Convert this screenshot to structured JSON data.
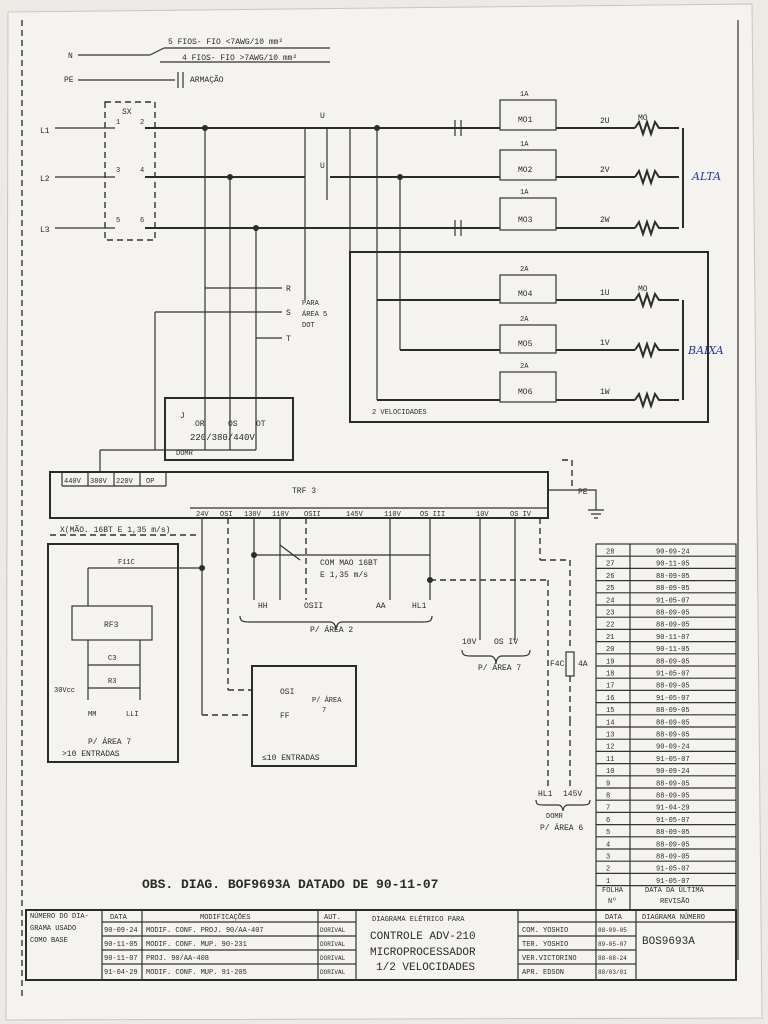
{
  "header": {
    "line1": "5 FIOS- FIO <7AWG/10 mm²",
    "line2": "4 FIOS- FIO >7AWG/10 mm²",
    "n_label": "N",
    "pe_label": "PE",
    "armacao": "ARMAÇÃO"
  },
  "mains": {
    "phases": [
      "L1",
      "L2",
      "L3"
    ],
    "breaker": "SX",
    "breaker_terms": [
      "1",
      "2",
      "3",
      "4",
      "5",
      "6"
    ]
  },
  "contactors_high": {
    "main": "U",
    "aux": [
      "1A",
      "1A",
      "1A"
    ],
    "units": [
      "MO1",
      "MO2",
      "MO3"
    ],
    "terms": [
      "2U",
      "2V",
      "2W"
    ],
    "motor": "MO",
    "speed_note": "ALTA"
  },
  "contactors_low": {
    "aux": [
      "2A",
      "2A",
      "2A"
    ],
    "units": [
      "MO4",
      "MO5",
      "MO6"
    ],
    "terms": [
      "1U",
      "1V",
      "1W"
    ],
    "motor": "MO",
    "speed_note": "BAIXA",
    "box_label": "2 VELOCIDADES"
  },
  "area5": {
    "terms": [
      "R",
      "S",
      "T"
    ],
    "label": [
      "PARA",
      "ÁREA 5",
      "DOT"
    ]
  },
  "jumper_box": {
    "j": "J",
    "terms": [
      "OR",
      "OS",
      "OT"
    ],
    "voltages": "220/380/440V",
    "tag": "DOMR"
  },
  "transformer": {
    "name": "TRF 3",
    "primary": [
      "440V",
      "380V",
      "220V",
      "OP"
    ],
    "secondary": [
      "24V",
      "OSI",
      "130V",
      "110V",
      "OSII",
      "145V",
      "110V",
      "OS III",
      "10V",
      "OS IV"
    ],
    "pe": "PE"
  },
  "notes": {
    "speed_note": "X(MÃO. 16BT E 1,35 m/s)",
    "com_mao_1": "COM MAO 16BT",
    "com_mao_2": "E 1,35 m/s"
  },
  "area2": {
    "terms": [
      "HH",
      "OSII",
      "AA",
      "HL1"
    ],
    "label": "P/ ÁREA 2"
  },
  "area7_right": {
    "terms": [
      "10V",
      "OS IV"
    ],
    "label": "P/ ÁREA 7"
  },
  "fuse": {
    "name": "F4C",
    "rating": "4A"
  },
  "area6": {
    "terms": [
      "HL1",
      "145V"
    ],
    "tag": "DOMR",
    "label": "P/ ÁREA 6"
  },
  "left_module": {
    "rf": "RF3",
    "f": "F11C",
    "c": "C3",
    "r": "R3",
    "vdc": "30Vcc",
    "terms": [
      "MM",
      "LLI"
    ],
    "label": "P/ ÁREA 7",
    "count": ">10 ENTRADAS"
  },
  "mid_module": {
    "terms": [
      "OSI",
      "FF"
    ],
    "label": [
      "P/ ÁREA",
      "7"
    ],
    "count": "≤10 ENTRADAS"
  },
  "obs": "OBS. DIAG. BOF9693A DATADO DE 90-11-07",
  "revisions": [
    [
      "28",
      "90-09-24"
    ],
    [
      "27",
      "90-11-05"
    ],
    [
      "26",
      "88-09-05"
    ],
    [
      "25",
      "88-09-05"
    ],
    [
      "24",
      "91-05-07"
    ],
    [
      "23",
      "88-09-05"
    ],
    [
      "22",
      "88-09-05"
    ],
    [
      "21",
      "90-11-07"
    ],
    [
      "20",
      "90-11-05"
    ],
    [
      "19",
      "88-09-05"
    ],
    [
      "18",
      "91-05-07"
    ],
    [
      "17",
      "88-09-05"
    ],
    [
      "16",
      "91-05-07"
    ],
    [
      "15",
      "88-09-05"
    ],
    [
      "14",
      "88-09-05"
    ],
    [
      "13",
      "88-09-05"
    ],
    [
      "12",
      "90-09-24"
    ],
    [
      "11",
      "91-05-07"
    ],
    [
      "10",
      "90-09-24"
    ],
    [
      "9",
      "88-09-05"
    ],
    [
      "8",
      "88-09-05"
    ],
    [
      "7",
      "91-04-29"
    ],
    [
      "6",
      "91-05-07"
    ],
    [
      "5",
      "88-09-05"
    ],
    [
      "4",
      "88-09-05"
    ],
    [
      "3",
      "88-09-05"
    ],
    [
      "2",
      "91-05-07"
    ],
    [
      "1",
      "91-05-07"
    ]
  ],
  "rev_footer": [
    "FOLHA",
    "Nº",
    "DATA DA ÚLTIMA",
    "REVISÃO"
  ],
  "title_block": {
    "col_base": [
      "NÚMERO DO DIA-",
      "GRAMA USADO",
      "COMO  BASE"
    ],
    "col_data": "DATA",
    "col_mod": "MODIFICAÇÕES",
    "col_aut": "AUT.",
    "mods": [
      [
        "90-09-24",
        "MODIF. CONF. PROJ. 90/AA-407",
        "DORIVAL"
      ],
      [
        "90-11-05",
        "MODIF. CONF. MUP. 90-231",
        "DORIVAL"
      ],
      [
        "90-11-07",
        "PROJ. 90/AA-408",
        "DORIVAL"
      ],
      [
        "91-04-29",
        "MODIF. CONF. MUP. 91-205",
        "DORIVAL"
      ]
    ],
    "diag_head": "DIAGRAMA ELÉTRICO PARA",
    "diag_title": [
      "CONTROLE ADV-210",
      "MICROPROCESSADOR",
      "1/2 VELOCIDADES"
    ],
    "people": [
      [
        "COM. YOSHIO",
        "88-09-05"
      ],
      [
        "TER. YOSHIO",
        "89-05-07"
      ],
      [
        "VER.VICTORINO",
        "88-08-24"
      ],
      [
        "APR. EDSON",
        "88/03/01"
      ]
    ],
    "date_head": "DATA",
    "num_head": "DIAGRAMA NÚMERO",
    "number": "BOS9693A"
  }
}
